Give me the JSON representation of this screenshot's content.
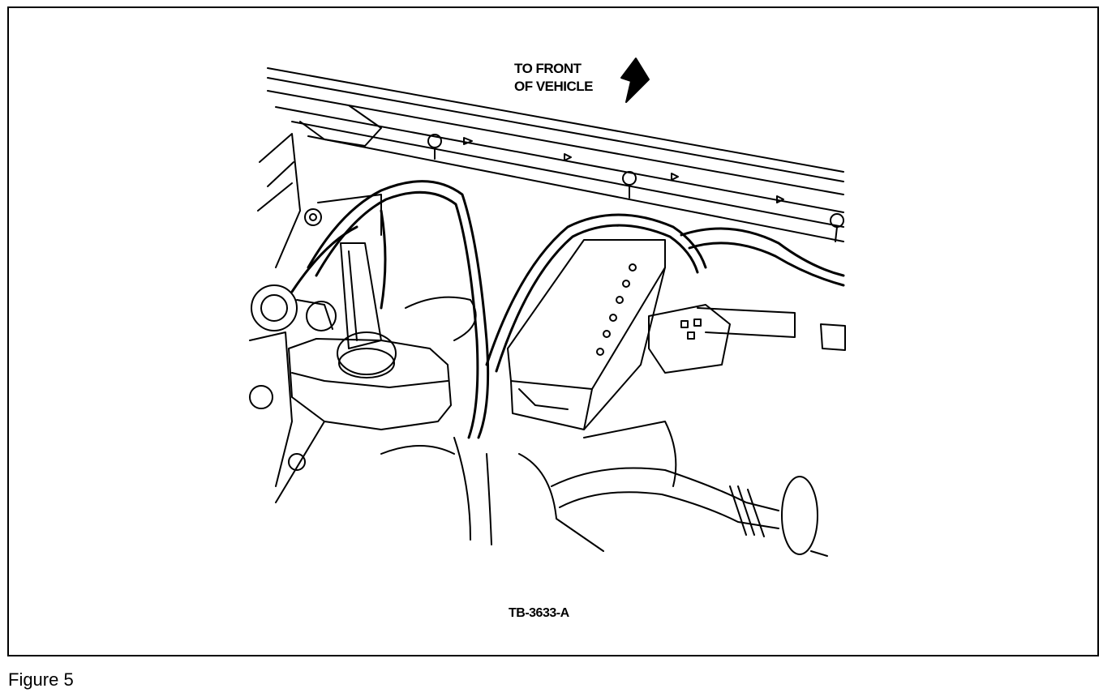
{
  "figure": {
    "caption": "Figure 5",
    "direction_label_line1": "TO FRONT",
    "direction_label_line2": "OF VEHICLE",
    "illustration_id": "TB-3633-A"
  }
}
